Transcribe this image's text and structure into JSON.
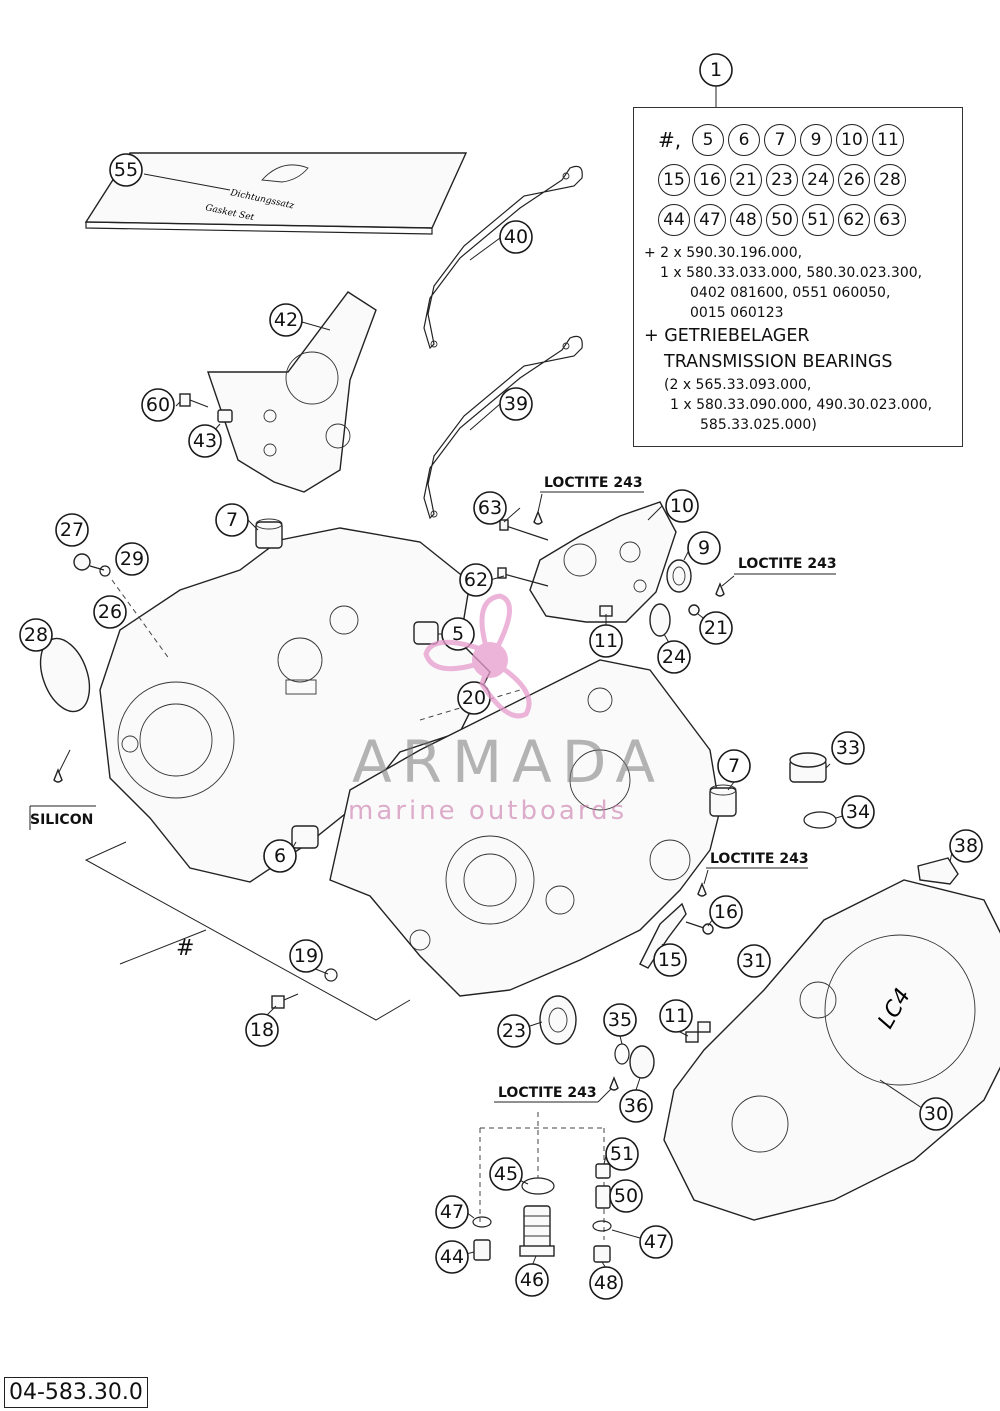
{
  "part_number": "04-583.30.0",
  "watermark": {
    "brand": "ARMADA",
    "subtitle": "marine outboards",
    "logo_color": "#e79ccd"
  },
  "labels": {
    "loctite_1": "LOCTITE 243",
    "loctite_2": "LOCTITE 243",
    "loctite_3": "LOCTITE 243",
    "loctite_4": "LOCTITE 243",
    "silicon": "SILICON",
    "hash": "#"
  },
  "kit_box": {
    "header_callout": "1",
    "row1_prefix": "#,",
    "row1": [
      "5",
      "6",
      "7",
      "9",
      "10",
      "11"
    ],
    "row2": [
      "15",
      "16",
      "21",
      "23",
      "24",
      "26",
      "28"
    ],
    "row3": [
      "44",
      "47",
      "48",
      "50",
      "51",
      "62",
      "63"
    ],
    "notes": [
      "+ 2 x 590.30.196.000,",
      "1 x 580.33.033.000, 580.30.023.300,",
      "0402 081600, 0551 060050,",
      "0015 060123",
      "+ GETRIEBELAGER",
      "TRANSMISSION BEARINGS",
      "(2 x 565.33.093.000,",
      "1 x 580.33.090.000, 490.30.023.000,",
      "585.33.025.000)"
    ]
  },
  "gasket_set_print": [
    "Dichtungssatz",
    "Gasket Set"
  ],
  "cover_logo": "LC4",
  "callouts": [
    "55",
    "40",
    "42",
    "39",
    "60",
    "43",
    "27",
    "7",
    "29",
    "26",
    "28",
    "63",
    "10",
    "9",
    "62",
    "11",
    "21",
    "24",
    "5",
    "20",
    "33",
    "7",
    "34",
    "6",
    "38",
    "16",
    "15",
    "31",
    "19",
    "18",
    "23",
    "35",
    "11",
    "36",
    "30",
    "45",
    "51",
    "50",
    "47",
    "47",
    "44",
    "46",
    "48"
  ]
}
